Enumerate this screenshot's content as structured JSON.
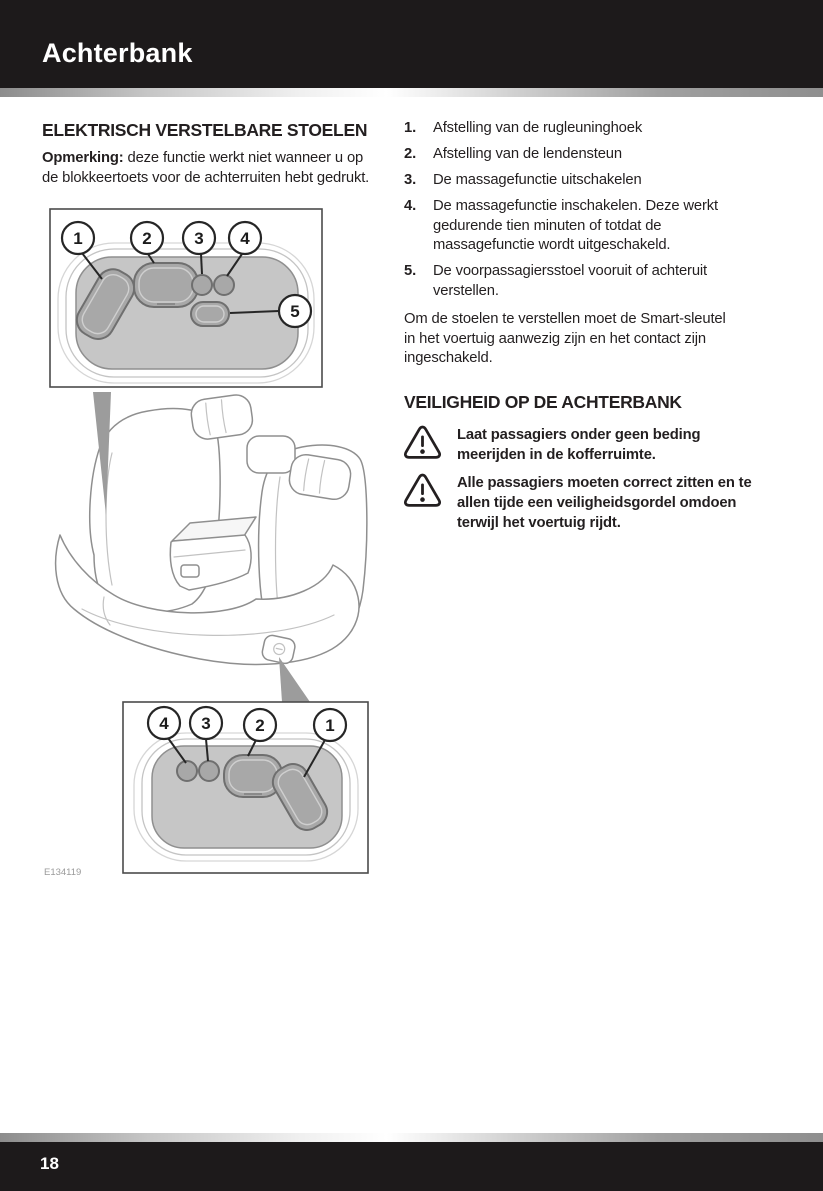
{
  "header": {
    "title": "Achterbank"
  },
  "left": {
    "section_title": "ELEKTRISCH VERSTELBARE STOELEN",
    "note_label": "Opmerking:",
    "note_text": " deze functie werkt niet wanneer u op de blokkeertoets voor de achterruiten hebt gedrukt.",
    "figure": {
      "top_callouts": [
        "1",
        "2",
        "3",
        "4",
        "5"
      ],
      "bottom_callouts": [
        "4",
        "3",
        "2",
        "1"
      ],
      "figure_code": "E134119"
    }
  },
  "right": {
    "list": [
      {
        "num": "1.",
        "text": "Afstelling van de rugleuninghoek"
      },
      {
        "num": "2.",
        "text": "Afstelling van de lendensteun"
      },
      {
        "num": "3.",
        "text": "De massagefunctie uitschakelen"
      },
      {
        "num": "4.",
        "text": "De massagefunctie inschakelen. Deze werkt gedurende tien minuten of totdat de massagefunctie wordt uitgeschakeld."
      },
      {
        "num": "5.",
        "text": "De voorpassagiersstoel vooruit of achteruit verstellen."
      }
    ],
    "paragraph": "Om de stoelen te verstellen moet de Smart-sleutel in het voertuig aanwezig zijn en het contact zijn ingeschakeld.",
    "section_title": "VEILIGHEID OP DE ACHTERBANK",
    "warnings": [
      "Laat passagiers onder geen beding meerijden in de kofferruimte.",
      "Alle passagiers moeten correct zitten en te allen tijde een veiligheidsgordel omdoen terwijl het voertuig rijdt."
    ]
  },
  "footer": {
    "page_number": "18"
  },
  "colors": {
    "bar_black": "#1d1a1b",
    "text": "#231f20",
    "panel_gray": "#c6c6c6",
    "button_gray": "#a8a8a8",
    "wedge_gray": "#9c9c9c"
  }
}
